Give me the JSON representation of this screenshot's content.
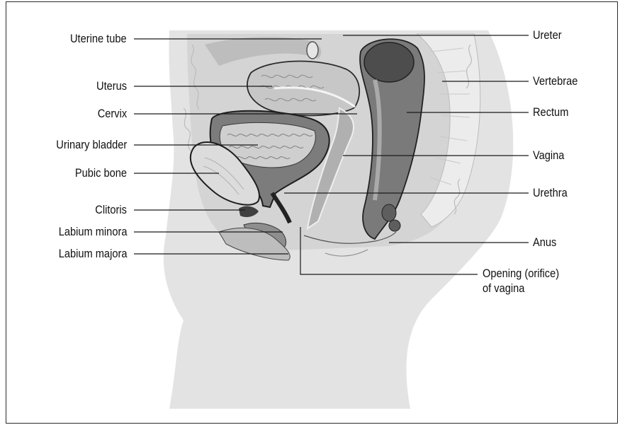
{
  "labels": {
    "left": {
      "uterine_tube": "Uterine tube",
      "uterus": "Uterus",
      "cervix": "Cervix",
      "urinary_bladder": "Urinary bladder",
      "pubic_bone": "Pubic bone",
      "clitoris": "Clitoris",
      "labium_minora": "Labium minora",
      "labium_majora": "Labium majora"
    },
    "right": {
      "ureter": "Ureter",
      "vertebrae": "Vertebrae",
      "rectum": "Rectum",
      "vagina": "Vagina",
      "urethra": "Urethra",
      "anus": "Anus",
      "vaginal_opening_line1": "Opening (orifice)",
      "vaginal_opening_line2": "of vagina"
    }
  },
  "colors": {
    "body": "#e3e3e3",
    "tissue_light": "#d0d0d0",
    "tissue_mid": "#b5b5b5",
    "tissue_dark": "#6e6e6e",
    "tissue_darkest": "#4a4a4a",
    "outline": "#1e1e1e",
    "leader": "#1a1a1a"
  }
}
